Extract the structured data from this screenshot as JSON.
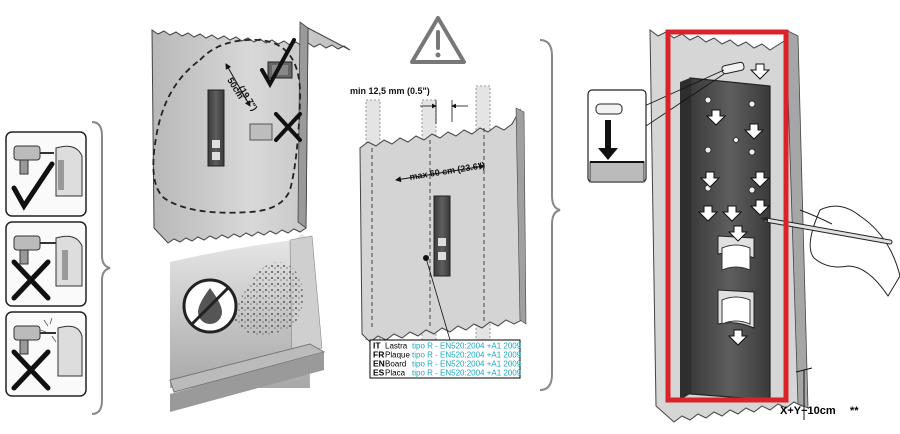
{
  "labels": {
    "distance_cm": "50cm",
    "distance_in": "(19.7\")",
    "min_gap": "min 12,5 mm (0.5\")",
    "max_spacing": "max 60 cm (23.6\")",
    "height_formula": "X+Y−10cm",
    "footnote_marker": "**"
  },
  "legend": [
    {
      "code": "IT",
      "word": "Lastra",
      "spec": "tipo R - EN520:2004 +A1 2009"
    },
    {
      "code": "FR",
      "word": "Plaque",
      "spec": "tipo R - EN520:2004 +A1 2009"
    },
    {
      "code": "EN",
      "word": "Board",
      "spec": "tipo R - EN520:2004 +A1 2009"
    },
    {
      "code": "ES",
      "word": "Placa",
      "spec": "tipo R - EN520:2004 +A1 2009"
    }
  ],
  "icons": {
    "warning": "warning-triangle-icon",
    "no_humidity": "no-humidity-icon",
    "ok": "check-mark-icon",
    "not_ok": "cross-mark-icon"
  },
  "colors": {
    "frame_red": "#d9232b",
    "spec_cyan": "#1aa7c0",
    "wall_gray": "#c9c9c9",
    "bracket_dark": "#4a4a4a"
  }
}
